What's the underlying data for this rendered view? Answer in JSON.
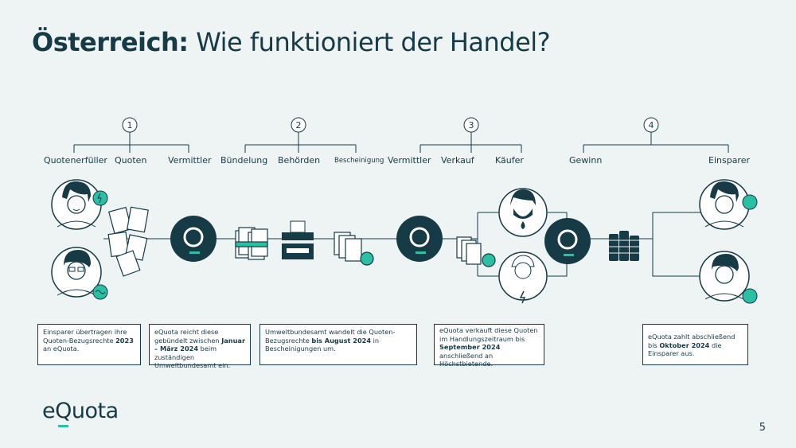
{
  "title": {
    "bold": "Österreich:",
    "rest": " Wie funktioniert der Handel?"
  },
  "steps": [
    "1",
    "2",
    "3",
    "4"
  ],
  "labels": {
    "s1": [
      "Quotenerfüller",
      "Quoten",
      "Vermittler"
    ],
    "s2": [
      "Bündelung",
      "Behörden",
      "Bescheinigung"
    ],
    "s3": [
      "Vermittler",
      "Verkauf",
      "Käufer"
    ],
    "s4": [
      "Gewinn",
      "Einsparer"
    ]
  },
  "boxes": {
    "b1": {
      "pre": "Einsparer übertragen ihre Quoten-Bezugsrechte ",
      "bold": "2023",
      "post": " an eQuota."
    },
    "b2": {
      "pre": "eQuota reicht diese gebündelt zwischen ",
      "bold": "Januar – März 2024",
      "post": " beim zuständigen Umweltbundesamt ein."
    },
    "b3": {
      "pre": "Umweltbundesamt wandelt die Quoten-Bezugsrechte ",
      "bold": "bis August 2024",
      "post": " in Bescheinigungen um."
    },
    "b4": {
      "pre": "eQuota verkauft diese Quoten im Handlungszeitraum bis ",
      "bold": "September 2024",
      "post": " anschließend an Höchstbietende."
    },
    "b5": {
      "pre": "eQuota zahlt abschließend bis ",
      "bold": "Oktober 2024",
      "post": " die Einsparer aus."
    }
  },
  "logo": {
    "pre": "e",
    "q": "Q",
    "post": "uota"
  },
  "page_number": "5",
  "colors": {
    "navy": "#163a46",
    "teal": "#2bc0a4",
    "background": "#eef3f4"
  }
}
